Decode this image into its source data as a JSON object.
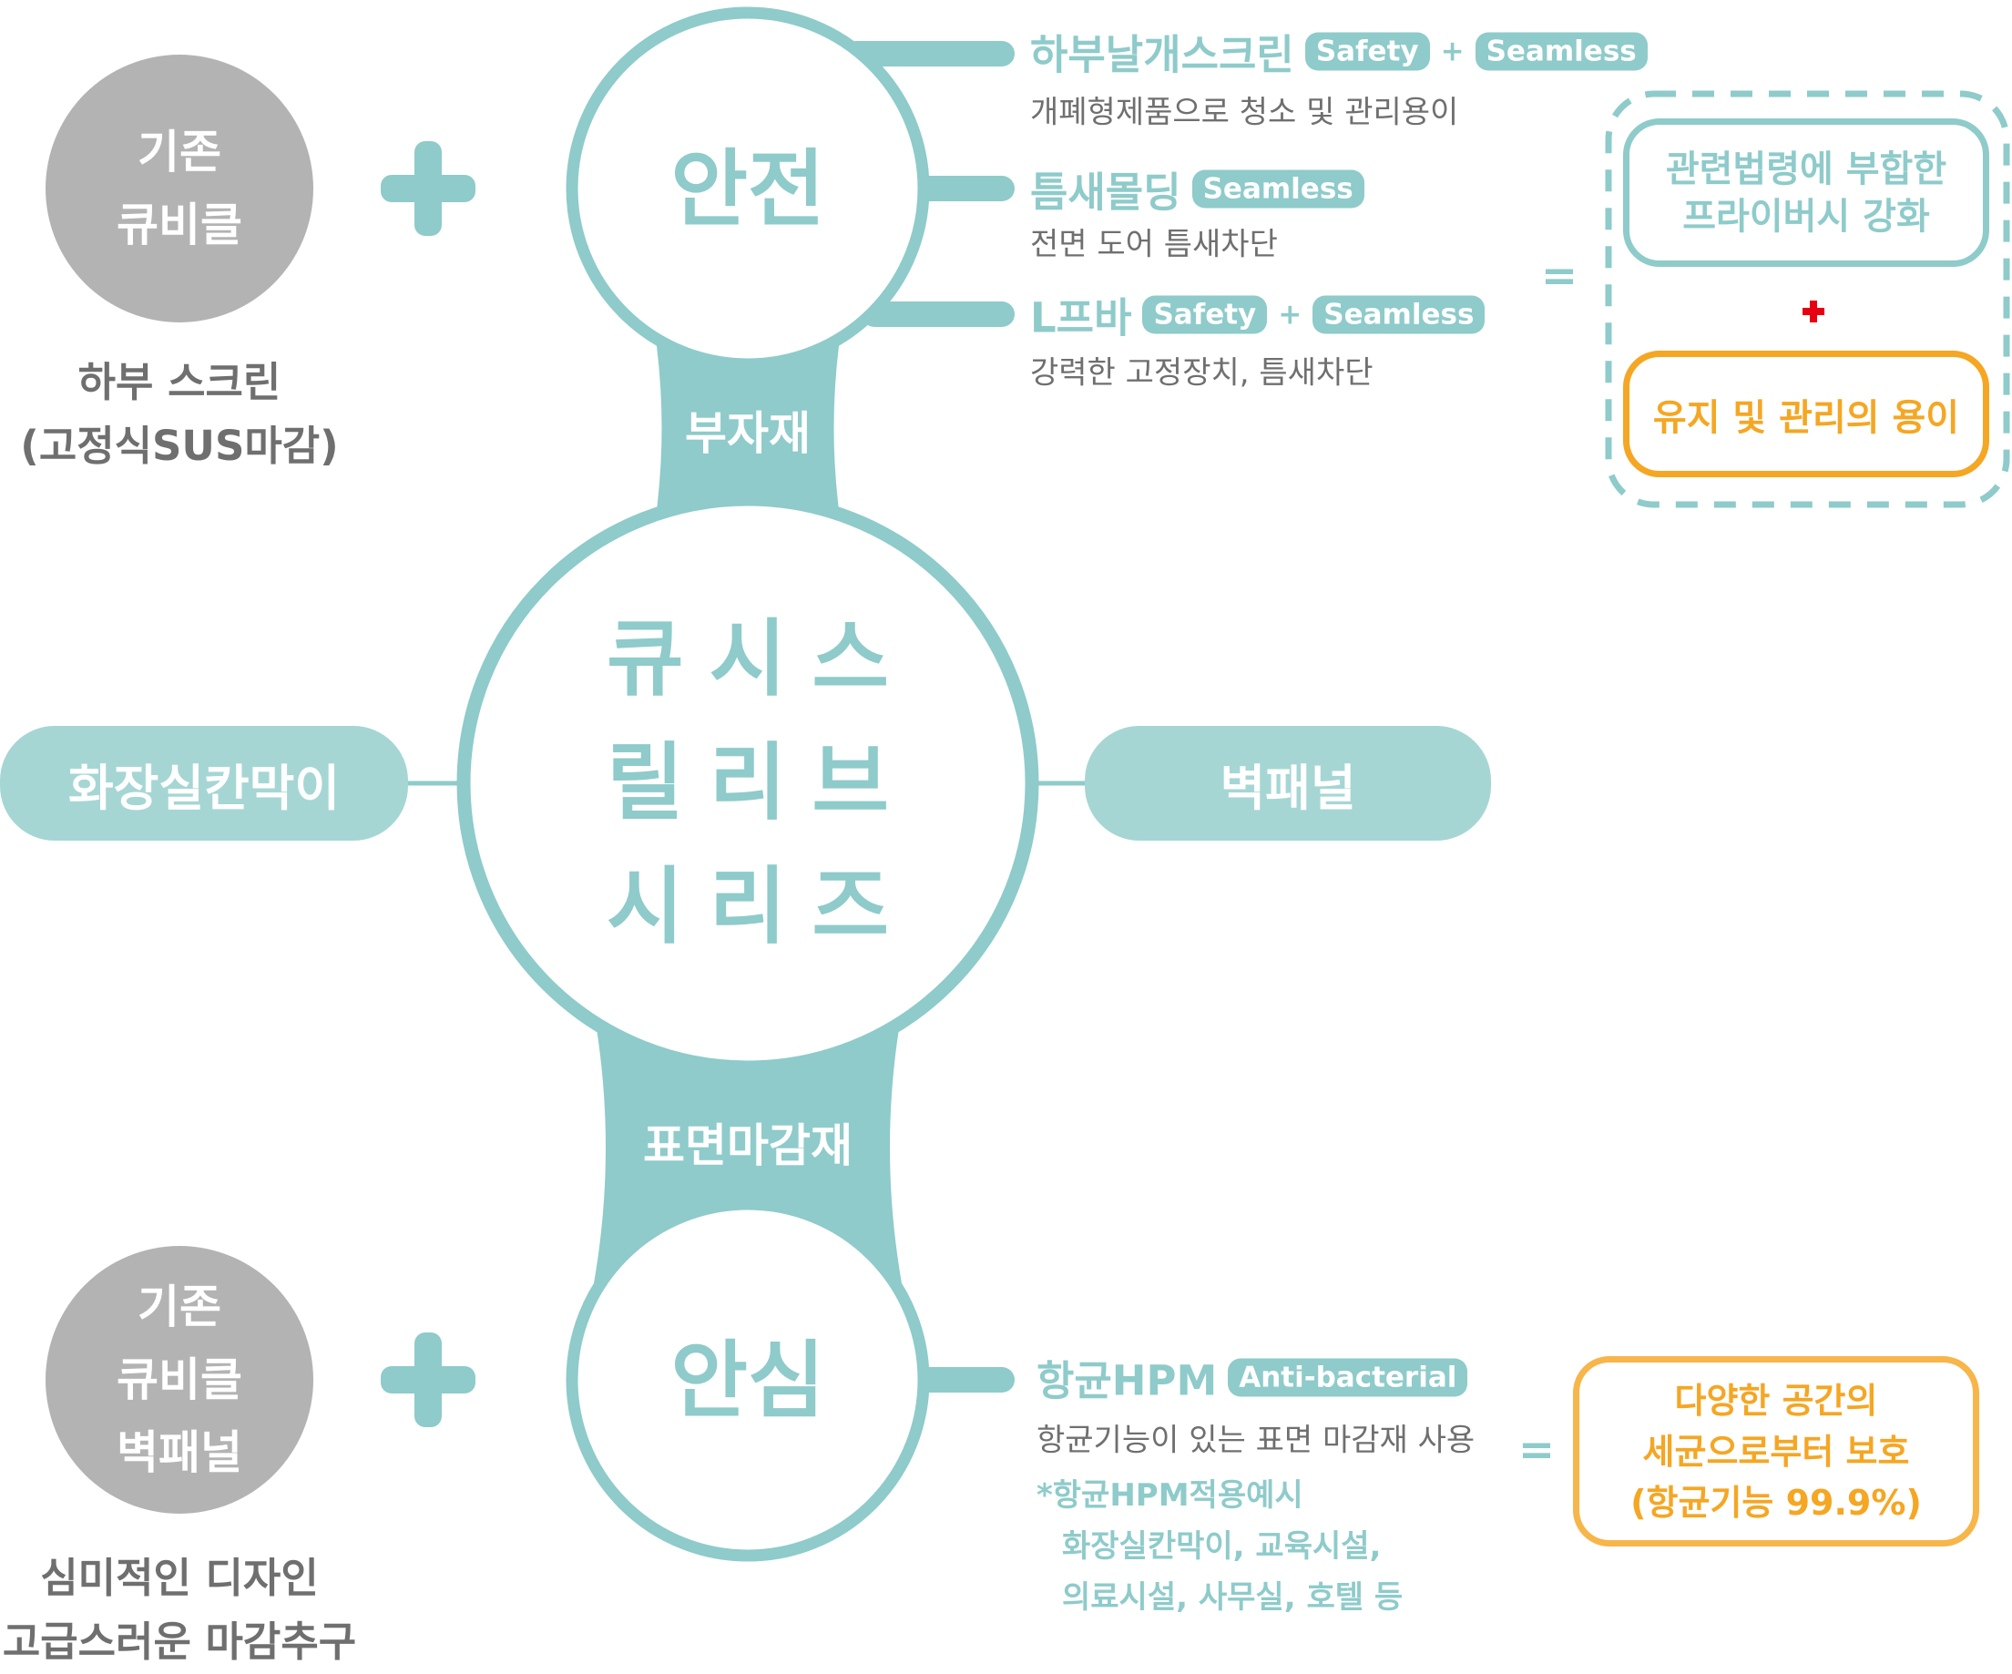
{
  "colors": {
    "teal": "#8ecbca",
    "grey": "#b3b3b3",
    "orange": "#f5a623",
    "red": "#e60012"
  },
  "top_left": {
    "circle_lines": [
      "기존",
      "큐비클"
    ],
    "caption_lines": [
      "하부 스크린",
      "(고정식SUS마감)"
    ]
  },
  "bottom_left": {
    "circle_lines": [
      "기존",
      "큐비클",
      "벽패널"
    ],
    "caption_lines": [
      "심미적인 디자인",
      "고급스러운 마감추구"
    ]
  },
  "safety": {
    "title": "안전"
  },
  "relief": {
    "title": "안심"
  },
  "connectors": {
    "top": "부자재",
    "bottom": "표면마감재"
  },
  "center": {
    "lines": [
      "큐시스",
      "릴리브",
      "시리즈"
    ]
  },
  "side_pills": {
    "left": "화장실칸막이",
    "right": "벽패널"
  },
  "safety_items": [
    {
      "title": "하부날개스크린",
      "tags": [
        "Safety",
        "Seamless"
      ],
      "desc": "개폐형제품으로 청소 및 관리용이"
    },
    {
      "title": "틈새몰딩",
      "tags": [
        "Seamless"
      ],
      "desc": "전면 도어 틈새차단"
    },
    {
      "title": "L프바",
      "tags": [
        "Safety",
        "Seamless"
      ],
      "desc": "강력한 고정장치, 틈새차단"
    }
  ],
  "tag_joiner": "+",
  "equals": "=",
  "safety_result": {
    "box1_lines": [
      "관련법령에 부합한",
      "프라이버시 강화"
    ],
    "plus": "+",
    "box2": "유지 및 관리의 용이"
  },
  "relief_item": {
    "title": "항균HPM",
    "tag": "Anti-bacterial",
    "desc": "항균기능이 있는 표면 마감재 사용",
    "note_lines": [
      "*항균HPM적용예시",
      "화장실칸막이, 교육시설,",
      "의료시설, 사무실, 호텔 등"
    ]
  },
  "relief_result": {
    "lines": [
      "다양한 공간의",
      "세균으로부터 보호",
      "(항균기능 99.9%)"
    ]
  }
}
